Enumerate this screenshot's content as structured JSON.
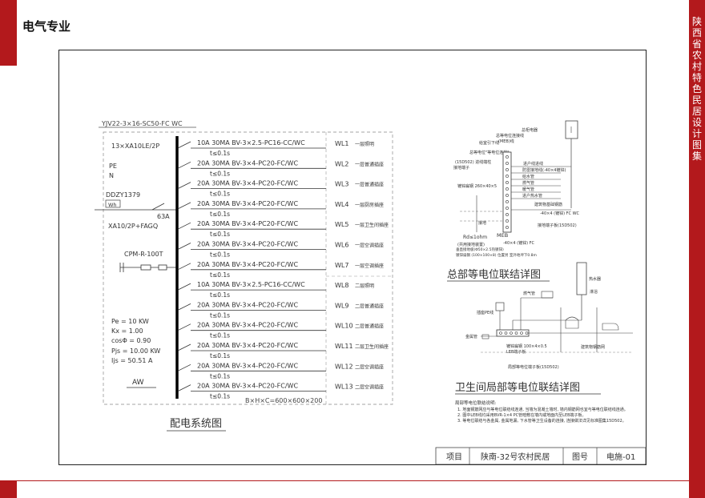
{
  "header": {
    "title": "电气专业"
  },
  "side_title": "陕西省农村特色民居设计图集",
  "distribution": {
    "feeder": "YJV22-3×16-SC50-FC WC",
    "main_switch": "13×XA10LE/2P",
    "pe_label": "PE",
    "n_label": "N",
    "meter": "DDZY1379",
    "meter_unit": "Wh",
    "breaker_rating": "63A",
    "breaker": "XA10/2P+FAGQ",
    "spd": "CPM-R-100T",
    "calc": [
      "Pe = 10 KW",
      "Kx = 1.00",
      "cosΦ = 0.90",
      "Pjs = 10.00 KW",
      "Ijs = 50.51 A"
    ],
    "aw_label": "AW",
    "box_size": "B×H×C=600×600×200",
    "caption": "配电系统图",
    "circuits": [
      {
        "spec": "10A  30MA  BV-3×2.5-PC16-CC/WC",
        "trip": "t≤0.1s",
        "id": "WL1",
        "name": "一层照明"
      },
      {
        "spec": "20A  30MA  BV-3×4-PC20-FC/WC",
        "trip": "t≤0.1s",
        "id": "WL2",
        "name": "一层普通插座"
      },
      {
        "spec": "20A  30MA  BV-3×4-PC20-FC/WC",
        "trip": "t≤0.1s",
        "id": "WL3",
        "name": "一层普通插座"
      },
      {
        "spec": "20A  30MA  BV-3×4-PC20-FC/WC",
        "trip": "t≤0.1s",
        "id": "WL4",
        "name": "一层厨房插座"
      },
      {
        "spec": "20A  30MA  BV-3×4-PC20-FC/WC",
        "trip": "t≤0.1s",
        "id": "WL5",
        "name": "一层卫生间插座"
      },
      {
        "spec": "20A  30MA  BV-3×4-PC20-FC/WC",
        "trip": "t≤0.1s",
        "id": "WL6",
        "name": "一层空调插座"
      },
      {
        "spec": "20A  30MA  BV-3×4-PC20-FC/WC",
        "trip": "t≤0.1s",
        "id": "WL7",
        "name": "一层空调插座"
      },
      {
        "spec": "10A  30MA  BV-3×2.5-PC16-CC/WC",
        "trip": "t≤0.1s",
        "id": "WL8",
        "name": "二层照明"
      },
      {
        "spec": "20A  30MA  BV-3×4-PC20-FC/WC",
        "trip": "t≤0.1s",
        "id": "WL9",
        "name": "二层普通插座"
      },
      {
        "spec": "20A  30MA  BV-3×4-PC20-FC/WC",
        "trip": "t≤0.1s",
        "id": "WL10",
        "name": "二层普通插座"
      },
      {
        "spec": "20A  30MA  BV-3×4-PC20-FC/WC",
        "trip": "t≤0.1s",
        "id": "WL11",
        "name": "二层卫生间插座"
      },
      {
        "spec": "20A  30MA  BV-3×4-PC20-FC/WC",
        "trip": "t≤0.1s",
        "id": "WL12",
        "name": "二层空调插座"
      },
      {
        "spec": "20A  30MA  BV-3×4-PC20-FC/WC",
        "trip": "t≤0.1s",
        "id": "WL13",
        "name": "二层空调插座"
      }
    ]
  },
  "meb": {
    "caption": "总部等电位联结详图",
    "box_label": "MEB",
    "labels": {
      "meter": "总柜电器",
      "l1": "给室引下线",
      "l2": "总等电位连接线",
      "l3": "(MEB)线",
      "l4": "总等电位\"等电位连接\"",
      "l5": "(15D502) 进线端柱",
      "l6": "接地端子",
      "steel": "镀锌扁钢 260×40×5",
      "r1": "进户线进线",
      "r2": "防雷接地线(-40×4镀锌)",
      "r3": "给水管",
      "r4": "燃气管",
      "r5": "暖气管",
      "r6": "进户热水管",
      "r7": "建筑物基础钢筋",
      "r8": "-40×4 (镀锌) FC WC",
      "r9": "接地端子板(15D502)",
      "r10": "-40×4 (镀锌) FC",
      "r11": "接地",
      "rd": "Rd≤1ohm",
      "rd2": "(共用接地装置)",
      "b1": "垂直接地极(Φ50×2.5热镀锌)",
      "b2": "总接地端子(长度×1500)",
      "b3": "镀锌扁钢 (100×100×8) 位置另 室外地坪下0.8m"
    }
  },
  "ldb": {
    "caption": "卫生间局部等电位联结详图",
    "labels": {
      "gas": "燃气管",
      "heater": "热水器",
      "socket": "插座PE线",
      "pipe": "金属管",
      "term": "镀锌扁钢 100×4×0.5",
      "box": "LEB端子板",
      "note1": "建筑物钢筋网",
      "note2": "局部等电位端子板(15D502)",
      "shower": "淋浴"
    }
  },
  "notes": {
    "title": "局部等电位联结说明:",
    "items": [
      "1. 地面钢筋网应与等电位联结线连通, 当墙为混凝土墙时, 墙内钢筋网也宜与等电位联结线连通。",
      "2. 图中LEB线均采用BVR-1×4 PC管暗敷在墙内或地面内至LEB端子板。",
      "3. 等电位联结与各金属, 金属地漏, 下水管等卫生设备的连接, 连接做法详见标准图集15D502。"
    ]
  },
  "title_block": {
    "item_label": "项目",
    "project": "陕南-32号农村民居",
    "dwg_label": "图号",
    "dwg_no": "电施-01"
  }
}
